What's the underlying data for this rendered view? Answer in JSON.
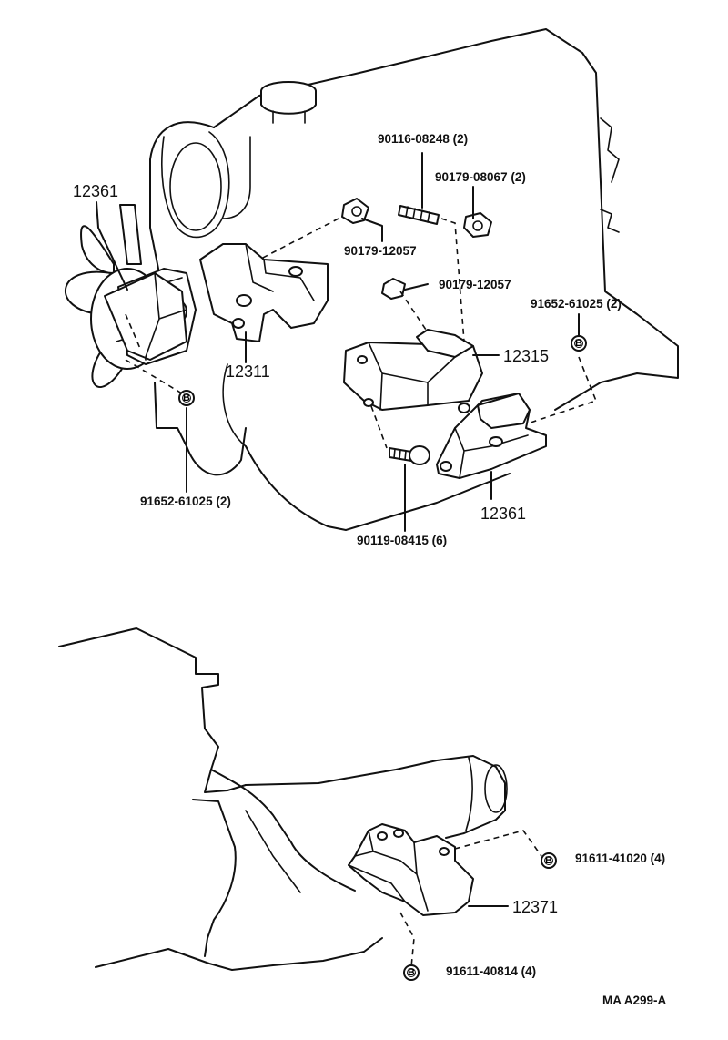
{
  "labels": {
    "engine_mount_left_insulator": "12361",
    "engine_mount_right_insulator": "12361",
    "engine_mount_bracket_left": "12311",
    "engine_mount_bracket_right": "12315",
    "rear_mount_insulator": "12371",
    "stud_bolt": "90116-08248 (2)",
    "nut_upper": "90179-08067 (2)",
    "nut_left": "90179-12057",
    "nut_right": "90179-12057",
    "bolt_washer_right": "91652-61025 (2)",
    "bolt_washer_left": "91652-61025 (2)",
    "bolt_lower": "90119-08415 (6)",
    "bolt_rear_upper": "91611-41020 (4)",
    "bolt_rear_lower": "91611-40814 (4)",
    "diagram_code": "MA  A299-A"
  },
  "badge_letter": "B"
}
